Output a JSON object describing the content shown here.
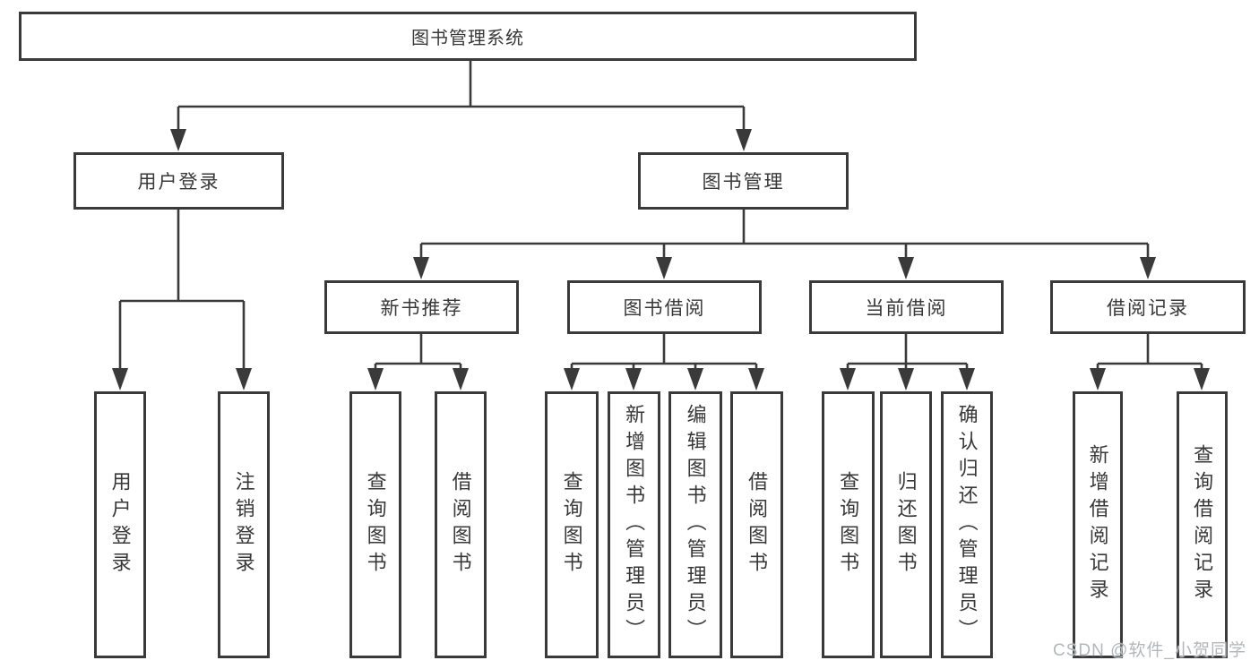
{
  "colors": {
    "line": "#3a3a3a",
    "box_fill": "#ffffff",
    "text": "#383838",
    "watermark": "#b3b6ba"
  },
  "tree": {
    "root": {
      "label": "图书管理系统"
    },
    "branches": [
      {
        "label": "用户登录",
        "children": [
          {
            "label": "用户登录"
          },
          {
            "label": "注销登录"
          }
        ]
      },
      {
        "label": "图书管理",
        "children": [
          {
            "label": "新书推荐",
            "children": [
              {
                "label": "查询图书"
              },
              {
                "label": "借阅图书"
              }
            ]
          },
          {
            "label": "图书借阅",
            "children": [
              {
                "label": "查询图书"
              },
              {
                "label": "新增图书（管理员）"
              },
              {
                "label": "编辑图书（管理员）"
              },
              {
                "label": "借阅图书"
              }
            ]
          },
          {
            "label": "当前借阅",
            "children": [
              {
                "label": "查询图书"
              },
              {
                "label": "归还图书"
              },
              {
                "label": "确认归还（管理员）"
              }
            ]
          },
          {
            "label": "借阅记录",
            "children": [
              {
                "label": "新增借阅记录"
              },
              {
                "label": "查询借阅记录"
              }
            ]
          }
        ]
      }
    ]
  },
  "watermark": {
    "text": "CSDN @软件_小贺同学"
  }
}
